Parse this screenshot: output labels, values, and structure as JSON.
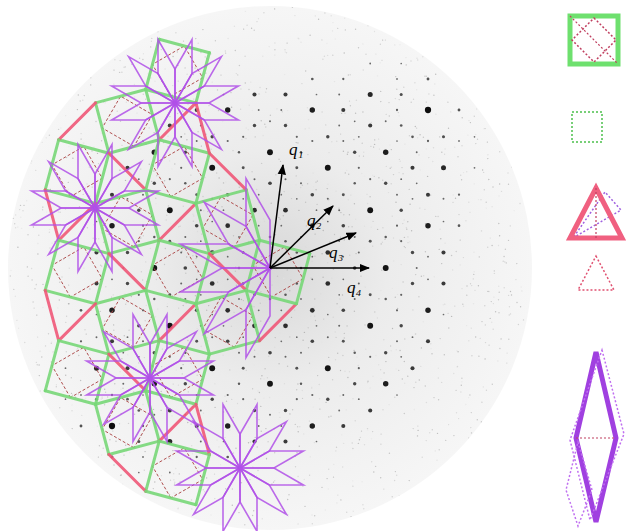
{
  "diagram": {
    "labels": [
      "q₁",
      "q₂",
      "q₃",
      "q₄"
    ]
  }
}
